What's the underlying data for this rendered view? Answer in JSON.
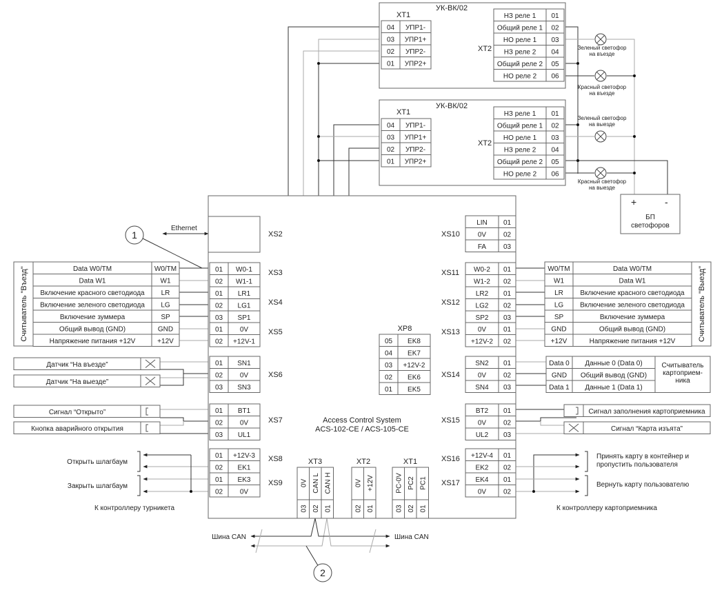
{
  "relay_modules": [
    {
      "id": "top",
      "title": "УК-ВК/02",
      "xt1_label": "XT1",
      "xt2_label": "XT2",
      "xt1": [
        {
          "pin": "04",
          "name": "УПР1-"
        },
        {
          "pin": "03",
          "name": "УПР1+"
        },
        {
          "pin": "02",
          "name": "УПР2-"
        },
        {
          "pin": "01",
          "name": "УПР2+"
        }
      ],
      "xt2": [
        {
          "name": "НЗ реле 1",
          "pin": "01"
        },
        {
          "name": "Общий реле 1",
          "pin": "02"
        },
        {
          "name": "НО реле 1",
          "pin": "03"
        },
        {
          "name": "НЗ реле 2",
          "pin": "04"
        },
        {
          "name": "Общий реле 2",
          "pin": "05"
        },
        {
          "name": "НО реле 2",
          "pin": "06"
        }
      ],
      "lamps": [
        {
          "label1": "Зеленый светофор",
          "label2": "на въезде"
        },
        {
          "label1": "Красный светофор",
          "label2": "на въезде"
        }
      ]
    },
    {
      "id": "bottom",
      "title": "УК-ВК/02",
      "xt1_label": "XT1",
      "xt2_label": "XT2",
      "xt1": [
        {
          "pin": "04",
          "name": "УПР1-"
        },
        {
          "pin": "03",
          "name": "УПР1+"
        },
        {
          "pin": "02",
          "name": "УПР2-"
        },
        {
          "pin": "01",
          "name": "УПР2+"
        }
      ],
      "xt2": [
        {
          "name": "НЗ реле 1",
          "pin": "01"
        },
        {
          "name": "Общий реле 1",
          "pin": "02"
        },
        {
          "name": "НО реле 1",
          "pin": "03"
        },
        {
          "name": "НЗ реле 2",
          "pin": "04"
        },
        {
          "name": "Общий реле 2",
          "pin": "05"
        },
        {
          "name": "НО реле 2",
          "pin": "06"
        }
      ],
      "lamps": [
        {
          "label1": "Зеленый светофор",
          "label2": "на выезде"
        },
        {
          "label1": "Красный светофор",
          "label2": "на выезде"
        }
      ]
    }
  ],
  "power_supply": {
    "plus": "+",
    "minus": "-",
    "label1": "БП",
    "label2": "светофоров"
  },
  "controller": {
    "title1": "Access Control System",
    "title2": "ACS-102-CE / ACS-105-CE",
    "xs2": "XS2",
    "ethernet": "Ethernet",
    "callout1": "1",
    "callout2": "2",
    "left_connectors": [
      {
        "label": "XS3",
        "rows": [
          {
            "pin": "01",
            "name": "W0-1"
          },
          {
            "pin": "02",
            "name": "W1-1"
          }
        ]
      },
      {
        "label": "XS4",
        "rows": [
          {
            "pin": "01",
            "name": "LR1"
          },
          {
            "pin": "02",
            "name": "LG1"
          },
          {
            "pin": "03",
            "name": "SP1"
          }
        ]
      },
      {
        "label": "XS5",
        "rows": [
          {
            "pin": "01",
            "name": "0V"
          },
          {
            "pin": "02",
            "name": "+12V-1"
          }
        ]
      },
      {
        "label": "XS6",
        "rows": [
          {
            "pin": "01",
            "name": "SN1"
          },
          {
            "pin": "02",
            "name": "0V"
          },
          {
            "pin": "03",
            "name": "SN3"
          }
        ]
      },
      {
        "label": "XS7",
        "rows": [
          {
            "pin": "01",
            "name": "BT1"
          },
          {
            "pin": "02",
            "name": "0V"
          },
          {
            "pin": "03",
            "name": "UL1"
          }
        ]
      },
      {
        "label": "XS8",
        "rows": [
          {
            "pin": "01",
            "name": "+12V-3"
          },
          {
            "pin": "02",
            "name": "EK1"
          }
        ]
      },
      {
        "label": "XS9",
        "rows": [
          {
            "pin": "01",
            "name": "EK3"
          },
          {
            "pin": "02",
            "name": "0V"
          }
        ]
      }
    ],
    "right_connectors": [
      {
        "label": "XS10",
        "rows": [
          {
            "name": "LIN",
            "pin": "01"
          },
          {
            "name": "0V",
            "pin": "02"
          },
          {
            "name": "FA",
            "pin": "03"
          }
        ]
      },
      {
        "label": "XS11",
        "rows": [
          {
            "name": "W0-2",
            "pin": "01"
          },
          {
            "name": "W1-2",
            "pin": "02"
          }
        ]
      },
      {
        "label": "XS12",
        "rows": [
          {
            "name": "LR2",
            "pin": "01"
          },
          {
            "name": "LG2",
            "pin": "02"
          },
          {
            "name": "SP2",
            "pin": "03"
          }
        ]
      },
      {
        "label": "XS13",
        "rows": [
          {
            "name": "0V",
            "pin": "01"
          },
          {
            "name": "+12V-2",
            "pin": "02"
          }
        ]
      },
      {
        "label": "XS14",
        "rows": [
          {
            "name": "SN2",
            "pin": "01"
          },
          {
            "name": "0V",
            "pin": "02"
          },
          {
            "name": "SN4",
            "pin": "03"
          }
        ]
      },
      {
        "label": "XS15",
        "rows": [
          {
            "name": "BT2",
            "pin": "01"
          },
          {
            "name": "0V",
            "pin": "02"
          },
          {
            "name": "UL2",
            "pin": "03"
          }
        ]
      },
      {
        "label": "XS16",
        "rows": [
          {
            "name": "+12V-4",
            "pin": "01"
          },
          {
            "name": "EK2",
            "pin": "02"
          }
        ]
      },
      {
        "label": "XS17",
        "rows": [
          {
            "name": "EK4",
            "pin": "01"
          },
          {
            "name": "0V",
            "pin": "02"
          }
        ]
      }
    ],
    "xp8": {
      "label": "XP8",
      "rows": [
        {
          "pin": "05",
          "name": "EK8"
        },
        {
          "pin": "04",
          "name": "EK7"
        },
        {
          "pin": "03",
          "name": "+12V-2"
        },
        {
          "pin": "02",
          "name": "EK6"
        },
        {
          "pin": "01",
          "name": "EK5"
        }
      ]
    },
    "bottom_blocks": [
      {
        "label": "XT3",
        "cols": [
          {
            "name": "0V",
            "pin": "03"
          },
          {
            "name": "CAN L",
            "pin": "02"
          },
          {
            "name": "CAN H",
            "pin": "01"
          }
        ]
      },
      {
        "label": "XT2",
        "cols": [
          {
            "name": "0V",
            "pin": "02"
          },
          {
            "name": "+12V",
            "pin": "01"
          }
        ]
      },
      {
        "label": "XT1",
        "cols": [
          {
            "name": "PC-0V",
            "pin": "03"
          },
          {
            "name": "PC2",
            "pin": "02"
          },
          {
            "name": "PC1",
            "pin": "01"
          }
        ]
      }
    ]
  },
  "entry_reader": {
    "title": "Считыватель \"Въезд\"",
    "rows": [
      {
        "desc": "Data W0/TM",
        "sig": "W0/TM"
      },
      {
        "desc": "Data W1",
        "sig": "W1"
      },
      {
        "desc": "Включение красного светодиода",
        "sig": "LR"
      },
      {
        "desc": "Включение зеленого светодиода",
        "sig": "LG"
      },
      {
        "desc": "Включение зуммера",
        "sig": "SP"
      },
      {
        "desc": "Общий вывод (GND)",
        "sig": "GND"
      },
      {
        "desc": "Напряжение питания +12V",
        "sig": "+12V"
      }
    ]
  },
  "exit_reader": {
    "title": "Считыватель \"Выезд\"",
    "rows": [
      {
        "sig": "W0/TM",
        "desc": "Data W0/TM"
      },
      {
        "sig": "W1",
        "desc": "Data W1"
      },
      {
        "sig": "LR",
        "desc": "Включение красного светодиода"
      },
      {
        "sig": "LG",
        "desc": "Включение зеленого светодиода"
      },
      {
        "sig": "SP",
        "desc": "Включение зуммера"
      },
      {
        "sig": "GND",
        "desc": "Общий вывод (GND)"
      },
      {
        "sig": "+12V",
        "desc": "Напряжение питания +12V"
      }
    ]
  },
  "sensors": [
    {
      "label": "Датчик “На въезде”"
    },
    {
      "label": "Датчик “На выезде”"
    }
  ],
  "buttons_left": [
    {
      "label": "Сигнал “Открыто”"
    },
    {
      "label": "Кнопка аварийного открытия"
    }
  ],
  "turnstile": {
    "open": "Открыть шлагбаум",
    "close": "Закрыть шлагбаум",
    "caption": "К контроллеру турникета"
  },
  "card_reader": {
    "rows": [
      {
        "sig": "Data 0",
        "desc": "Данные 0 (Data 0)"
      },
      {
        "sig": "GND",
        "desc": "Общий вывод (GND)"
      },
      {
        "sig": "Data 1",
        "desc": "Данные 1 (Data 1)"
      }
    ],
    "title1": "Считыватель",
    "title2": "картоприем-",
    "title3": "ника"
  },
  "card_signals": [
    {
      "label": "Сигнал заполнения картоприемника"
    },
    {
      "label": "Сигнал “Карта изъята”"
    }
  ],
  "card_collector": {
    "accept1": "Принять карту в контейнер и",
    "accept2": "пропустить пользователя",
    "return": "Вернуть карту пользователю",
    "caption": "К контроллеру картоприемника"
  },
  "can_bus": {
    "left": "Шина CAN",
    "right": "Шина CAN"
  }
}
